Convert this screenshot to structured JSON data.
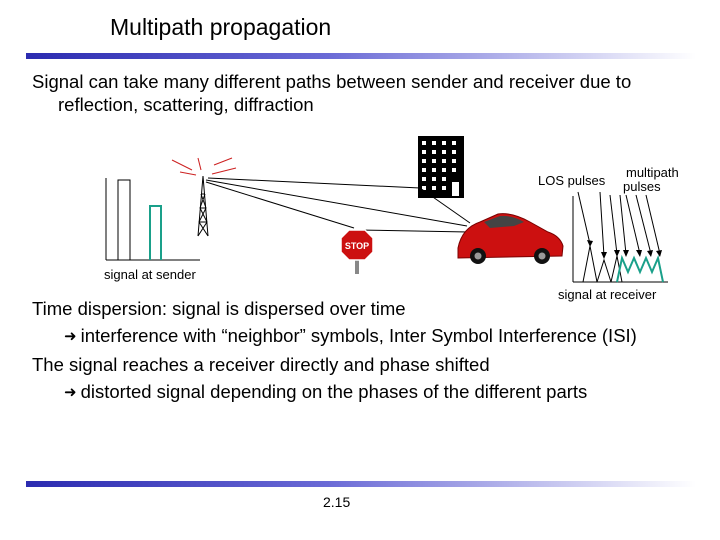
{
  "slide": {
    "title": "Multipath propagation",
    "intro_line1": "Signal can take many different paths between sender and receiver due to",
    "intro_line2": "reflection, scattering, diffraction",
    "dispersion_line1": "Time dispersion: signal is dispersed over time",
    "dispersion_line2": "interference with “neighbor” symbols, Inter Symbol Interference (ISI)",
    "dispersion_line3": "The signal reaches a receiver directly and phase shifted",
    "dispersion_line4": "distorted signal depending on the phases of the different parts",
    "page_number": "2.15"
  },
  "diagram": {
    "label_sender": "signal at sender",
    "label_receiver": "signal at receiver",
    "label_los": "LOS pulses",
    "label_multipath_1": "multipath",
    "label_multipath_2": "pulses",
    "stop_sign_text": "STOP",
    "colors": {
      "teal_pulse": "#1aa08a",
      "car_red": "#cc1010",
      "accent_bar": "#2b2bb0"
    }
  }
}
